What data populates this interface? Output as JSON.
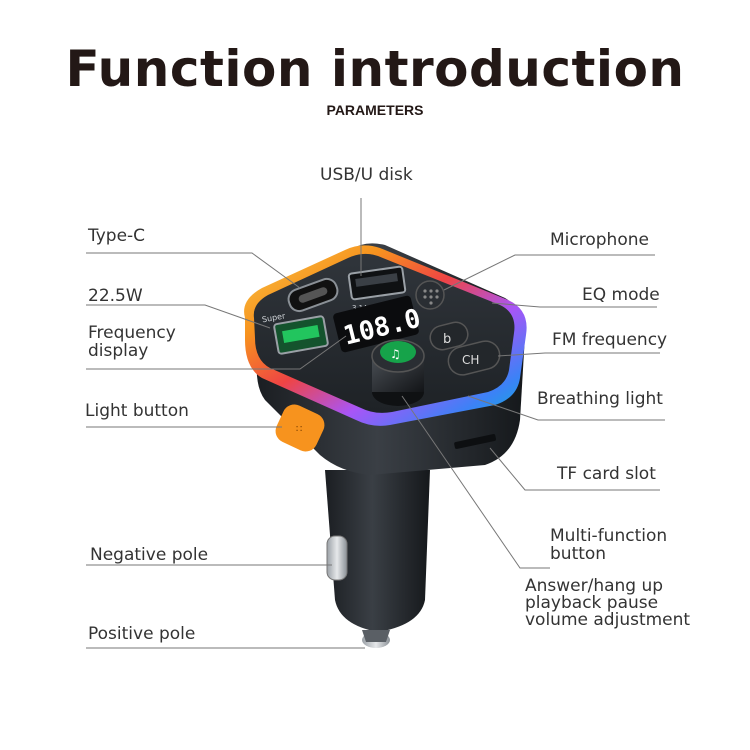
{
  "header": {
    "title": "Function  introduction",
    "subtitle": "PARAMETERS"
  },
  "device": {
    "display_text": "108.0",
    "button_b": "b",
    "button_ch": "CH",
    "port_super": "Super",
    "port_rating": "3.1A",
    "accent_colors": [
      "#f7931e",
      "#22c55e",
      "#ef4444",
      "#3b82f6",
      "#a855f7",
      "#06b6d4"
    ]
  },
  "callouts": {
    "usb": "USB/U disk",
    "type_c": "Type-C",
    "microphone": "Microphone",
    "watt": "22.5W",
    "eq_mode": "EQ mode",
    "frequency_display": "Frequency\ndisplay",
    "fm_frequency": "FM frequency",
    "breathing_light": "Breathing light",
    "light_button": "Light button",
    "tf_card_slot": "TF card slot",
    "multi_function": "Multi-function\nbutton",
    "answer": "Answer/hang up\nplayback pause\nvolume adjustment",
    "negative_pole": "Negative pole",
    "positive_pole": "Positive pole"
  }
}
